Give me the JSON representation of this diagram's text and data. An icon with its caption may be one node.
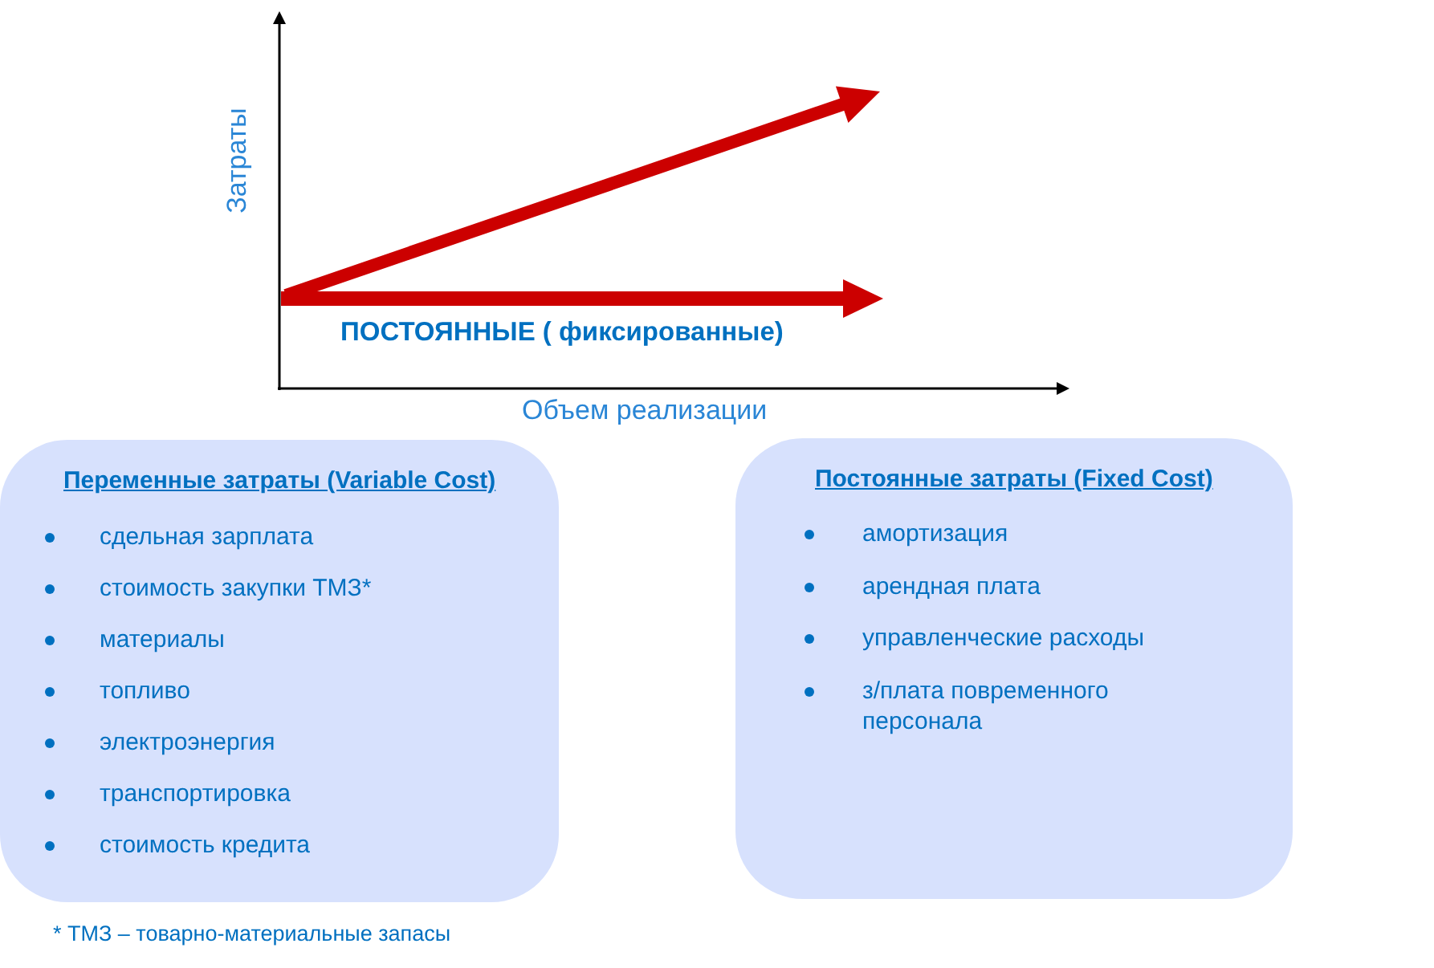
{
  "diagram": {
    "nodes": [
      {
        "text": [
          "Переменные затраты (Variable Cost)",
          "сдельная зарплата",
          "стоимость закупки ТМЗ*",
          "материалы",
          "топливо",
          "электроэнергия",
          "транспортировка",
          "стоимость кредита"
        ]
      },
      {
        "text": [
          "Постоянные затраты (Fixed Cost)",
          "амортизация",
          "арендная плата",
          "управленческие расходы",
          "з/плата повременного персонала"
        ]
      }
    ],
    "labels": [
      "Затраты",
      "ПОСТОЯННЫЕ ( фиксированные)",
      "Объем реализации",
      "* ТМЗ – товарно-материальные запасы"
    ]
  }
}
